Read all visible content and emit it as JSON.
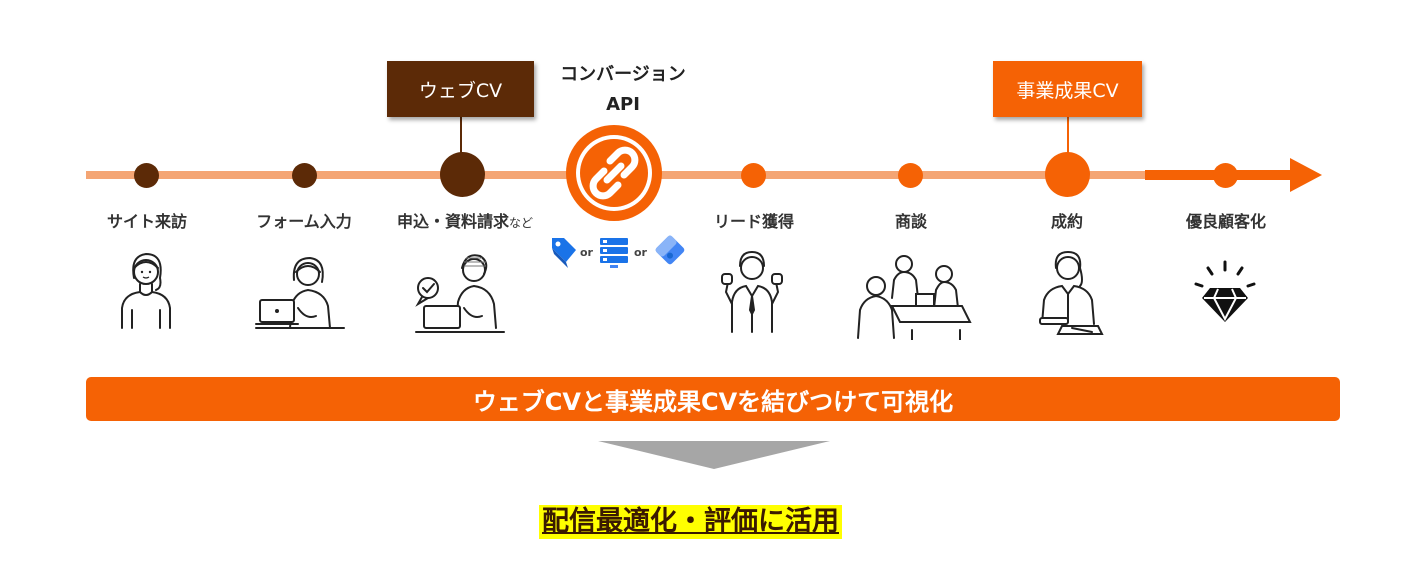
{
  "web_cv_label": "ウェブCV",
  "business_cv_label": "事業成果CV",
  "api_title_line1": "コンバージョン",
  "api_title_line2": "API",
  "api_or_1": "or",
  "api_or_2": "or",
  "stages": [
    {
      "label": "サイト来訪",
      "suffix": ""
    },
    {
      "label": "フォーム入力",
      "suffix": ""
    },
    {
      "label": "申込・資料請求",
      "suffix": "など"
    },
    {
      "label": "リード獲得",
      "suffix": ""
    },
    {
      "label": "商談",
      "suffix": ""
    },
    {
      "label": "成約",
      "suffix": ""
    },
    {
      "label": "優良顧客化",
      "suffix": ""
    }
  ],
  "banner_text": "ウェブCVと事業成果CVを結びつけて可視化",
  "result_text": "配信最適化・評価に活用",
  "colors": {
    "brown": "#5c2a07",
    "orange": "#f56205",
    "light_orange": "#f4a574",
    "highlight": "#ffff00",
    "arrow_gray": "#a6a6a6"
  }
}
